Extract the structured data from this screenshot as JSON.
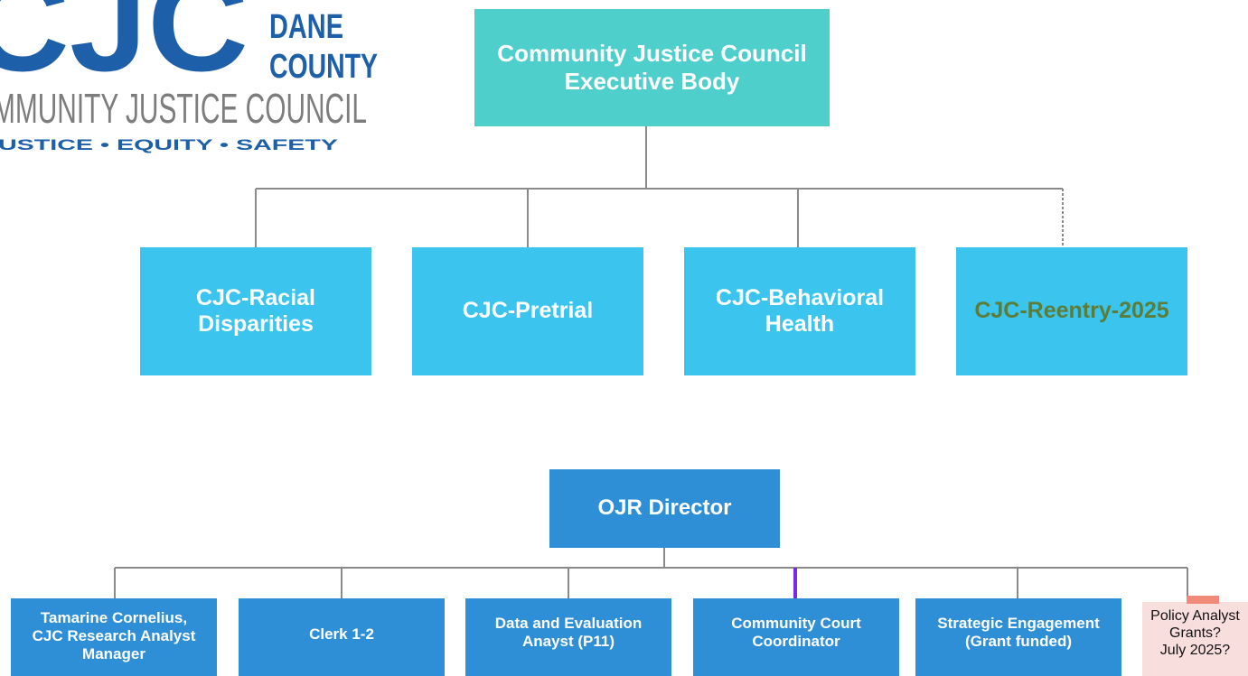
{
  "logo": {
    "letters": "CJC",
    "county_line1": "DANE",
    "county_line2": "COUNTY",
    "name": "MMUNITY JUSTICE COUNCIL",
    "tagline": "USTICE • EQUITY • SAFETY"
  },
  "colors": {
    "logo_blue": "#1d5fa8",
    "logo_gray": "#7d7d7d",
    "executive_box": "#4fcfcc",
    "subcommittee_box": "#3bc5ee",
    "ojr_box": "#2e8fd6",
    "reentry_text": "#5c7c3a",
    "policy_box": "#f9dede",
    "connector": "#8a8a8a",
    "accent_connector": "#7a2ae0"
  },
  "executive": {
    "line1": "Community Justice Council",
    "line2": "Executive Body"
  },
  "subcommittees": [
    {
      "line1": "CJC-Racial",
      "line2": "Disparities"
    },
    {
      "line1": "CJC-Pretrial",
      "line2": ""
    },
    {
      "line1": "CJC-Behavioral",
      "line2": "Health"
    },
    {
      "line1": "CJC-Reentry-2025",
      "line2": ""
    }
  ],
  "ojr": {
    "director": "OJR Director"
  },
  "staff": [
    {
      "line1": "Tamarine Cornelius,",
      "line2": "CJC Research Analyst",
      "line3": "Manager"
    },
    {
      "line1": "Clerk 1-2",
      "line2": "",
      "line3": ""
    },
    {
      "line1": "Data and Evaluation",
      "line2": "Anayst (P11)",
      "line3": ""
    },
    {
      "line1": "Community Court",
      "line2": "Coordinator",
      "line3": ""
    },
    {
      "line1": "Strategic Engagement",
      "line2": "(Grant funded)",
      "line3": ""
    }
  ],
  "policy": {
    "line1": "Policy Analyst",
    "line2": "Grants?",
    "line3": "July  2025?"
  }
}
